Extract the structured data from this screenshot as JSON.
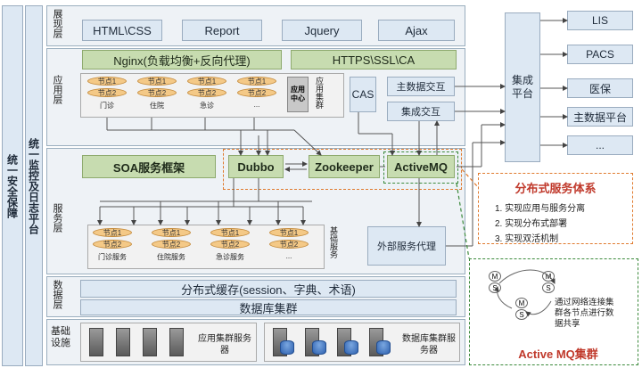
{
  "left_bars": {
    "security": "统一安全保障",
    "monitor": "统一监控及日志平台"
  },
  "layers": {
    "presentation": "展现层",
    "application": "应用层",
    "service": "服务层",
    "data": "数据层",
    "infra": "基础设施"
  },
  "presentation": {
    "items": [
      "HTML\\CSS",
      "Report",
      "Jquery",
      "Ajax"
    ]
  },
  "app_layer": {
    "nginx": "Nginx(负载均衡+反向代理)",
    "https": "HTTPS\\SSL\\CA",
    "cluster_label": "应用集群",
    "center": "应用中心",
    "cas": "CAS",
    "main_data_exchange": "主数据交互",
    "integration_exchange": "集成交互",
    "groups": [
      {
        "n1": "节点1",
        "n2": "节点2",
        "label": "门诊"
      },
      {
        "n1": "节点1",
        "n2": "节点2",
        "label": "住院"
      },
      {
        "n1": "节点1",
        "n2": "节点2",
        "label": "急诊"
      },
      {
        "n1": "节点1",
        "n2": "节点2",
        "label": "..."
      }
    ]
  },
  "middleware": {
    "soa": "SOA服务框架",
    "dubbo": "Dubbo",
    "zookeeper": "Zookeeper",
    "activemq": "ActiveMQ"
  },
  "service_layer": {
    "cluster_label": "基础服务",
    "external_proxy": "外部服务代理",
    "groups": [
      {
        "n1": "节点1",
        "n2": "节点2",
        "label": "门诊服务"
      },
      {
        "n1": "节点1",
        "n2": "节点2",
        "label": "住院服务"
      },
      {
        "n1": "节点1",
        "n2": "节点2",
        "label": "急诊服务"
      },
      {
        "n1": "节点1",
        "n2": "节点2",
        "label": "..."
      }
    ]
  },
  "data_layer": {
    "cache": "分布式缓存(session、字典、术语)",
    "db_cluster": "数据库集群"
  },
  "infra": {
    "app_servers": "应用集群服务器",
    "db_servers": "数据库集群服务器"
  },
  "integration": {
    "platform": "集成平台",
    "targets": [
      "LIS",
      "PACS",
      "医保",
      "主数据平台",
      "..."
    ]
  },
  "distributed": {
    "title": "分布式服务体系",
    "points": [
      "1. 实现应用与服务分离",
      "2. 实现分布式部署",
      "3. 实现双活机制"
    ]
  },
  "activemq_cluster": {
    "title": "Active MQ集群",
    "desc": "通过网络连接集群各节点进行数据共享",
    "m": "M",
    "s": "S"
  },
  "colors": {
    "blue_fill": "#dde8f3",
    "green_fill": "#c7dcb0",
    "node_orange": "#f4c987",
    "dash_orange": "#e07a2e",
    "dash_green": "#3c8a3c",
    "title_red": "#c0392b"
  }
}
